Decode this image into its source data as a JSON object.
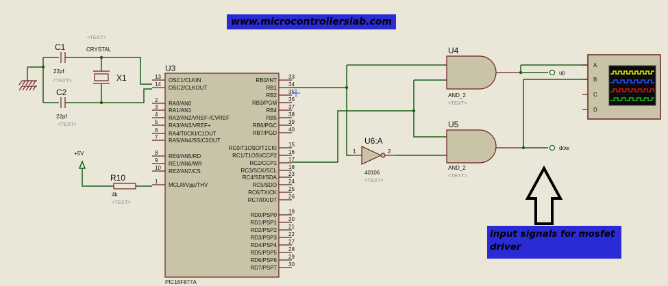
{
  "banner_url": "www.microcontrollerslab.com",
  "annotation": "input signals for mosfet driver",
  "placeholder": "<TEXT>",
  "mcu": {
    "ref": "U3",
    "part": "PIC16F877A",
    "left_pins": [
      {
        "num": "13",
        "name": "OSC1/CLKIN"
      },
      {
        "num": "14",
        "name": "OSC2/CLKOUT"
      },
      {
        "num": "2",
        "name": "RA0/AN0"
      },
      {
        "num": "3",
        "name": "RA1/AN1"
      },
      {
        "num": "4",
        "name": "RA2/AN2/VREF-/CVREF"
      },
      {
        "num": "5",
        "name": "RA3/AN3/VREF+"
      },
      {
        "num": "6",
        "name": "RA4/T0CKI/C1OUT"
      },
      {
        "num": "7",
        "name": "RA5/AN4/SS/C2OUT"
      },
      {
        "num": "8",
        "name": "RE0/AN5/RD"
      },
      {
        "num": "9",
        "name": "RE1/AN6/WR"
      },
      {
        "num": "10",
        "name": "RE2/AN7/CS"
      },
      {
        "num": "1",
        "name": "MCLR/Vpp/THV"
      }
    ],
    "right_pins": [
      {
        "num": "33",
        "name": "RB0/INT"
      },
      {
        "num": "34",
        "name": "RB1"
      },
      {
        "num": "35",
        "name": "RB2"
      },
      {
        "num": "36",
        "name": "RB3/PGM"
      },
      {
        "num": "37",
        "name": "RB4"
      },
      {
        "num": "38",
        "name": "RB5"
      },
      {
        "num": "39",
        "name": "RB6/PGC"
      },
      {
        "num": "40",
        "name": "RB7/PGD"
      },
      {
        "num": "15",
        "name": "RC0/T1OSO/T1CKI"
      },
      {
        "num": "16",
        "name": "RC1/T1OSI/CCP2"
      },
      {
        "num": "17",
        "name": "RC2/CCP1"
      },
      {
        "num": "18",
        "name": "RC3/SCK/SCL"
      },
      {
        "num": "23",
        "name": "RC4/SDI/SDA"
      },
      {
        "num": "24",
        "name": "RC5/SDO"
      },
      {
        "num": "25",
        "name": "RC6/TX/CK"
      },
      {
        "num": "26",
        "name": "RC7/RX/DT"
      },
      {
        "num": "19",
        "name": "RD0/PSP0"
      },
      {
        "num": "20",
        "name": "RD1/PSP1"
      },
      {
        "num": "21",
        "name": "RD2/PSP2"
      },
      {
        "num": "22",
        "name": "RD3/PSP3"
      },
      {
        "num": "27",
        "name": "RD4/PSP4"
      },
      {
        "num": "28",
        "name": "RD5/PSP5"
      },
      {
        "num": "29",
        "name": "RD6/PSP6"
      },
      {
        "num": "30",
        "name": "RD7/PSP7"
      }
    ]
  },
  "c1": {
    "ref": "C1",
    "value": "22pf"
  },
  "c2": {
    "ref": "C2",
    "value": "22pf"
  },
  "crystal": {
    "ref": "X1",
    "value": "CRYSTAL"
  },
  "r10": {
    "ref": "R10",
    "value": "4k"
  },
  "supply": {
    "label": "+5V"
  },
  "u4": {
    "ref": "U4",
    "part": "AND_2"
  },
  "u5": {
    "ref": "U5",
    "part": "AND_2"
  },
  "u6": {
    "ref": "U6:A",
    "part": "40106",
    "pin_in": "1",
    "pin_out": "2"
  },
  "probes": {
    "up": "up",
    "dow": "dow"
  },
  "scope": {
    "channels": [
      "A",
      "B",
      "C",
      "D"
    ],
    "trace_colors": [
      "#e6e600",
      "#2b4cff",
      "#e01010",
      "#10c010"
    ]
  }
}
